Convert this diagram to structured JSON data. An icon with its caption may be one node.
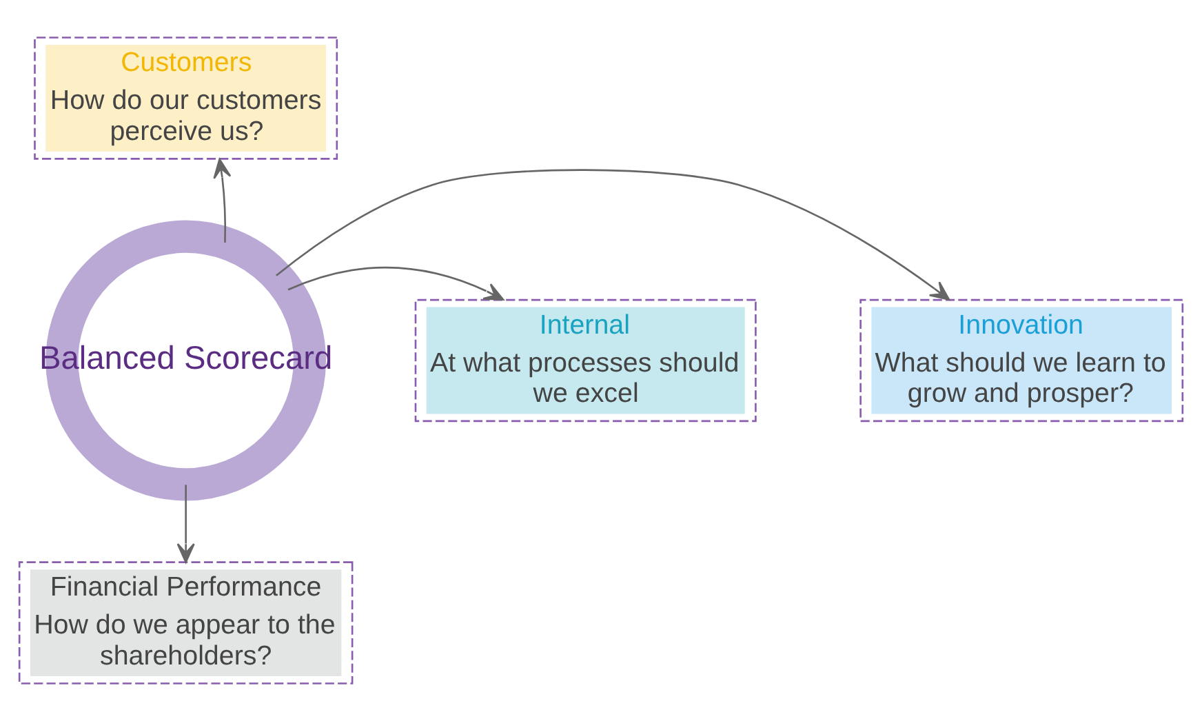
{
  "diagram": {
    "nodes": [
      {
        "text": [
          "Customers",
          "How do our customers perceive us?"
        ]
      },
      {
        "text": [
          "Innovation",
          "What should we learn to grow and prosper?"
        ]
      },
      {
        "text": [
          "Balanced Scorecard"
        ]
      },
      {
        "text": [
          "Internal",
          "At what processes should we excel"
        ]
      },
      {
        "text": [
          "Financial Performance",
          "How do we appear to the shareholders?"
        ]
      }
    ],
    "edges": [
      {
        "from": 2,
        "to": 0,
        "arrow": "to"
      },
      {
        "from": 2,
        "to": 1,
        "arrow": "to"
      },
      {
        "from": 2,
        "to": 3,
        "arrow": "to"
      },
      {
        "from": 2,
        "to": 4,
        "arrow": "to"
      }
    ]
  }
}
